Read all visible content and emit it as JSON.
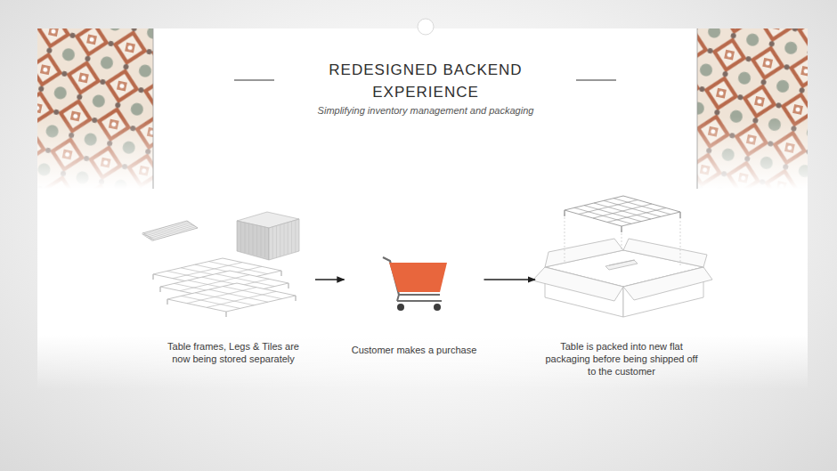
{
  "diagram": {
    "title": "REDESIGNED BACKEND EXPERIENCE",
    "caption": "Simplifying inventory management and packaging",
    "nodes": [
      {
        "text": [
          "Table frames, Legs & Tiles are now being stored separately"
        ]
      },
      {
        "text": [
          "Customer makes a purchase"
        ]
      },
      {
        "text": [
          "Table is packed into new flat packaging before being shipped off to the customer"
        ]
      }
    ],
    "edges": [
      {
        "from": 0,
        "to": 1,
        "arrow": "to"
      },
      {
        "from": 1,
        "to": 2,
        "arrow": "to"
      }
    ]
  }
}
